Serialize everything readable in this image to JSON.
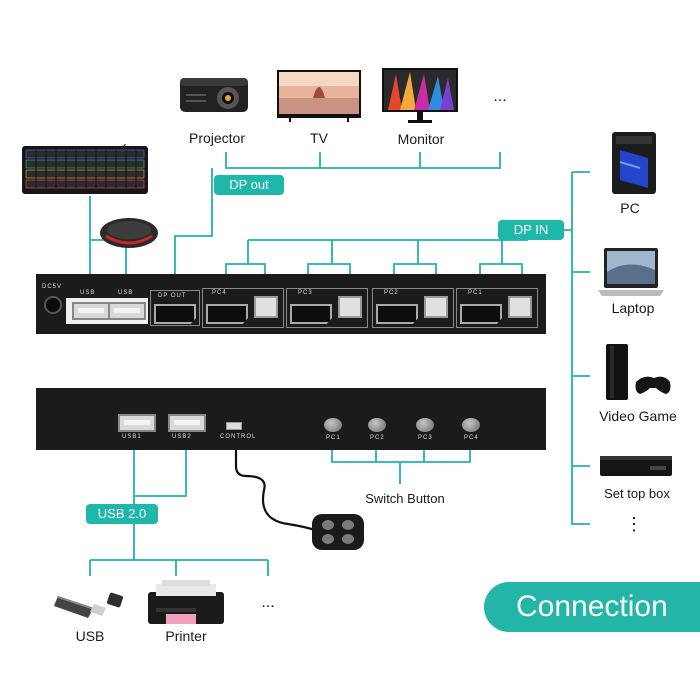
{
  "displays": {
    "projector": "Projector",
    "tv": "TV",
    "monitor": "Monitor",
    "more": "..."
  },
  "tags": {
    "dp_out": "DP out",
    "dp_in": "DP IN",
    "usb20": "USB 2.0"
  },
  "sources": {
    "pc": "PC",
    "laptop": "Laptop",
    "video_game": "Video Game",
    "set_top_box": "Set top box",
    "more": "⋮"
  },
  "back_panel": {
    "power": "DC5V",
    "usb_a": "USB",
    "usb_b": "USB",
    "dp_out": "DP OUT",
    "pc4": "PC4",
    "pc3": "PC3",
    "pc2": "PC2",
    "pc1": "PC1"
  },
  "front_panel": {
    "usb1": "USB1",
    "usb2": "USB2",
    "control": "CONTROL",
    "pc1": "PC1",
    "pc2": "PC2",
    "pc3": "PC3",
    "pc4": "PC4"
  },
  "switch_button": "Switch Button",
  "peripherals": {
    "usb": "USB",
    "printer": "Printer",
    "more": "..."
  },
  "banner": "Connection",
  "colors": {
    "accent": "#1fb7aa",
    "panel": "#1b1b1b"
  }
}
